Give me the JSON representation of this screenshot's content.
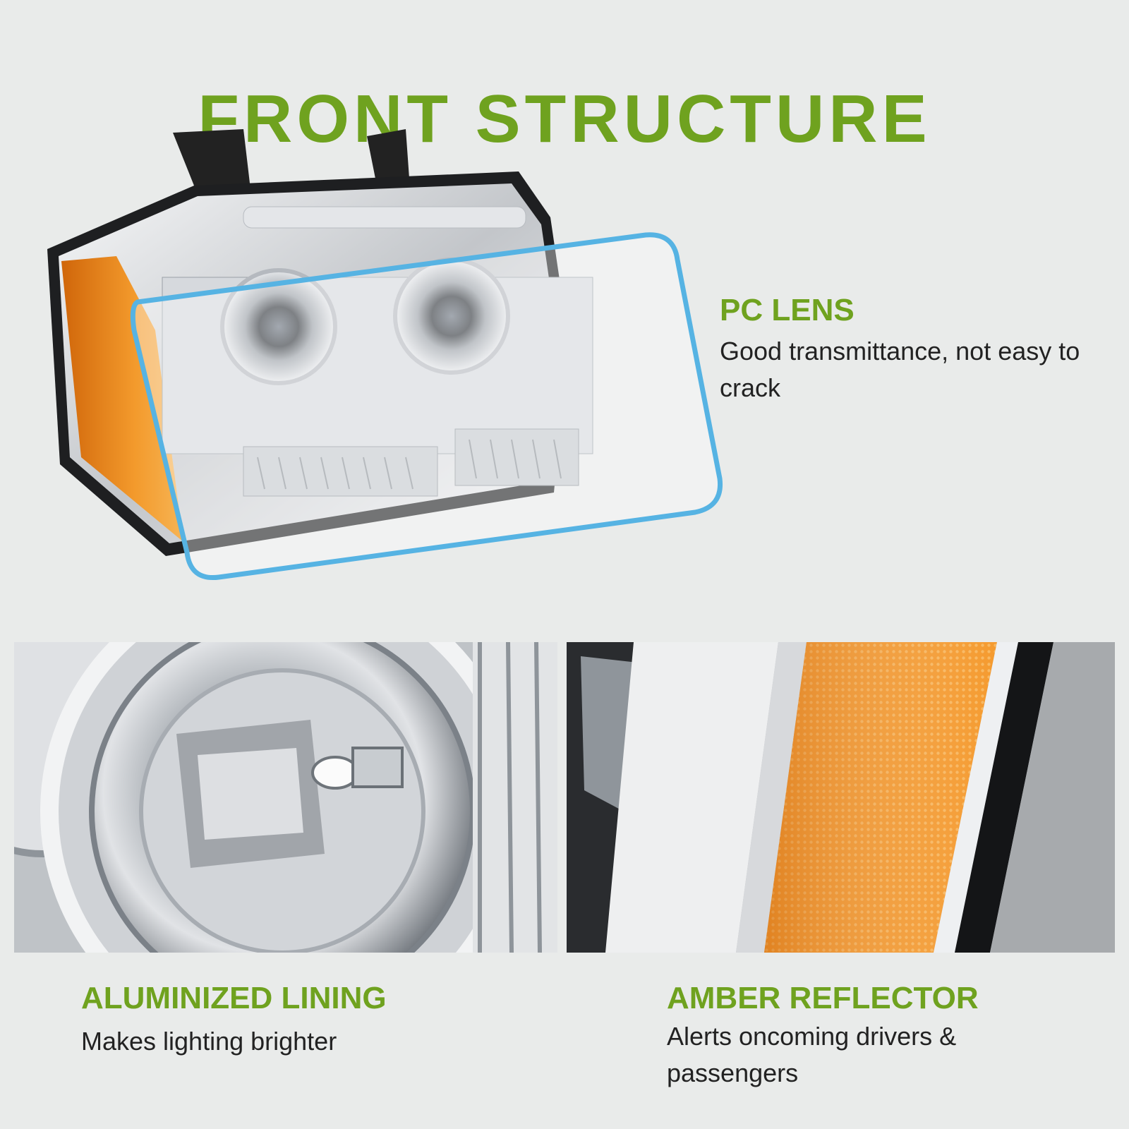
{
  "title": "FRONT STRUCTURE",
  "features": {
    "pc_lens": {
      "title": "PC LENS",
      "description": "Good transmittance, not easy to crack"
    },
    "aluminized_lining": {
      "title": "ALUMINIZED LINING",
      "description": "Makes lighting brighter"
    },
    "amber_reflector": {
      "title": "AMBER REFLECTOR",
      "description": "Alerts oncoming drivers & passengers"
    }
  },
  "colors": {
    "accent": "#6fa21f",
    "background": "#e9ebea",
    "amber": "#f08a1c",
    "lens_outline": "#56b3e3"
  },
  "images": {
    "main": "headlight-assembly",
    "left_detail": "aluminized-reflector-bowl",
    "right_detail": "amber-side-marker"
  }
}
